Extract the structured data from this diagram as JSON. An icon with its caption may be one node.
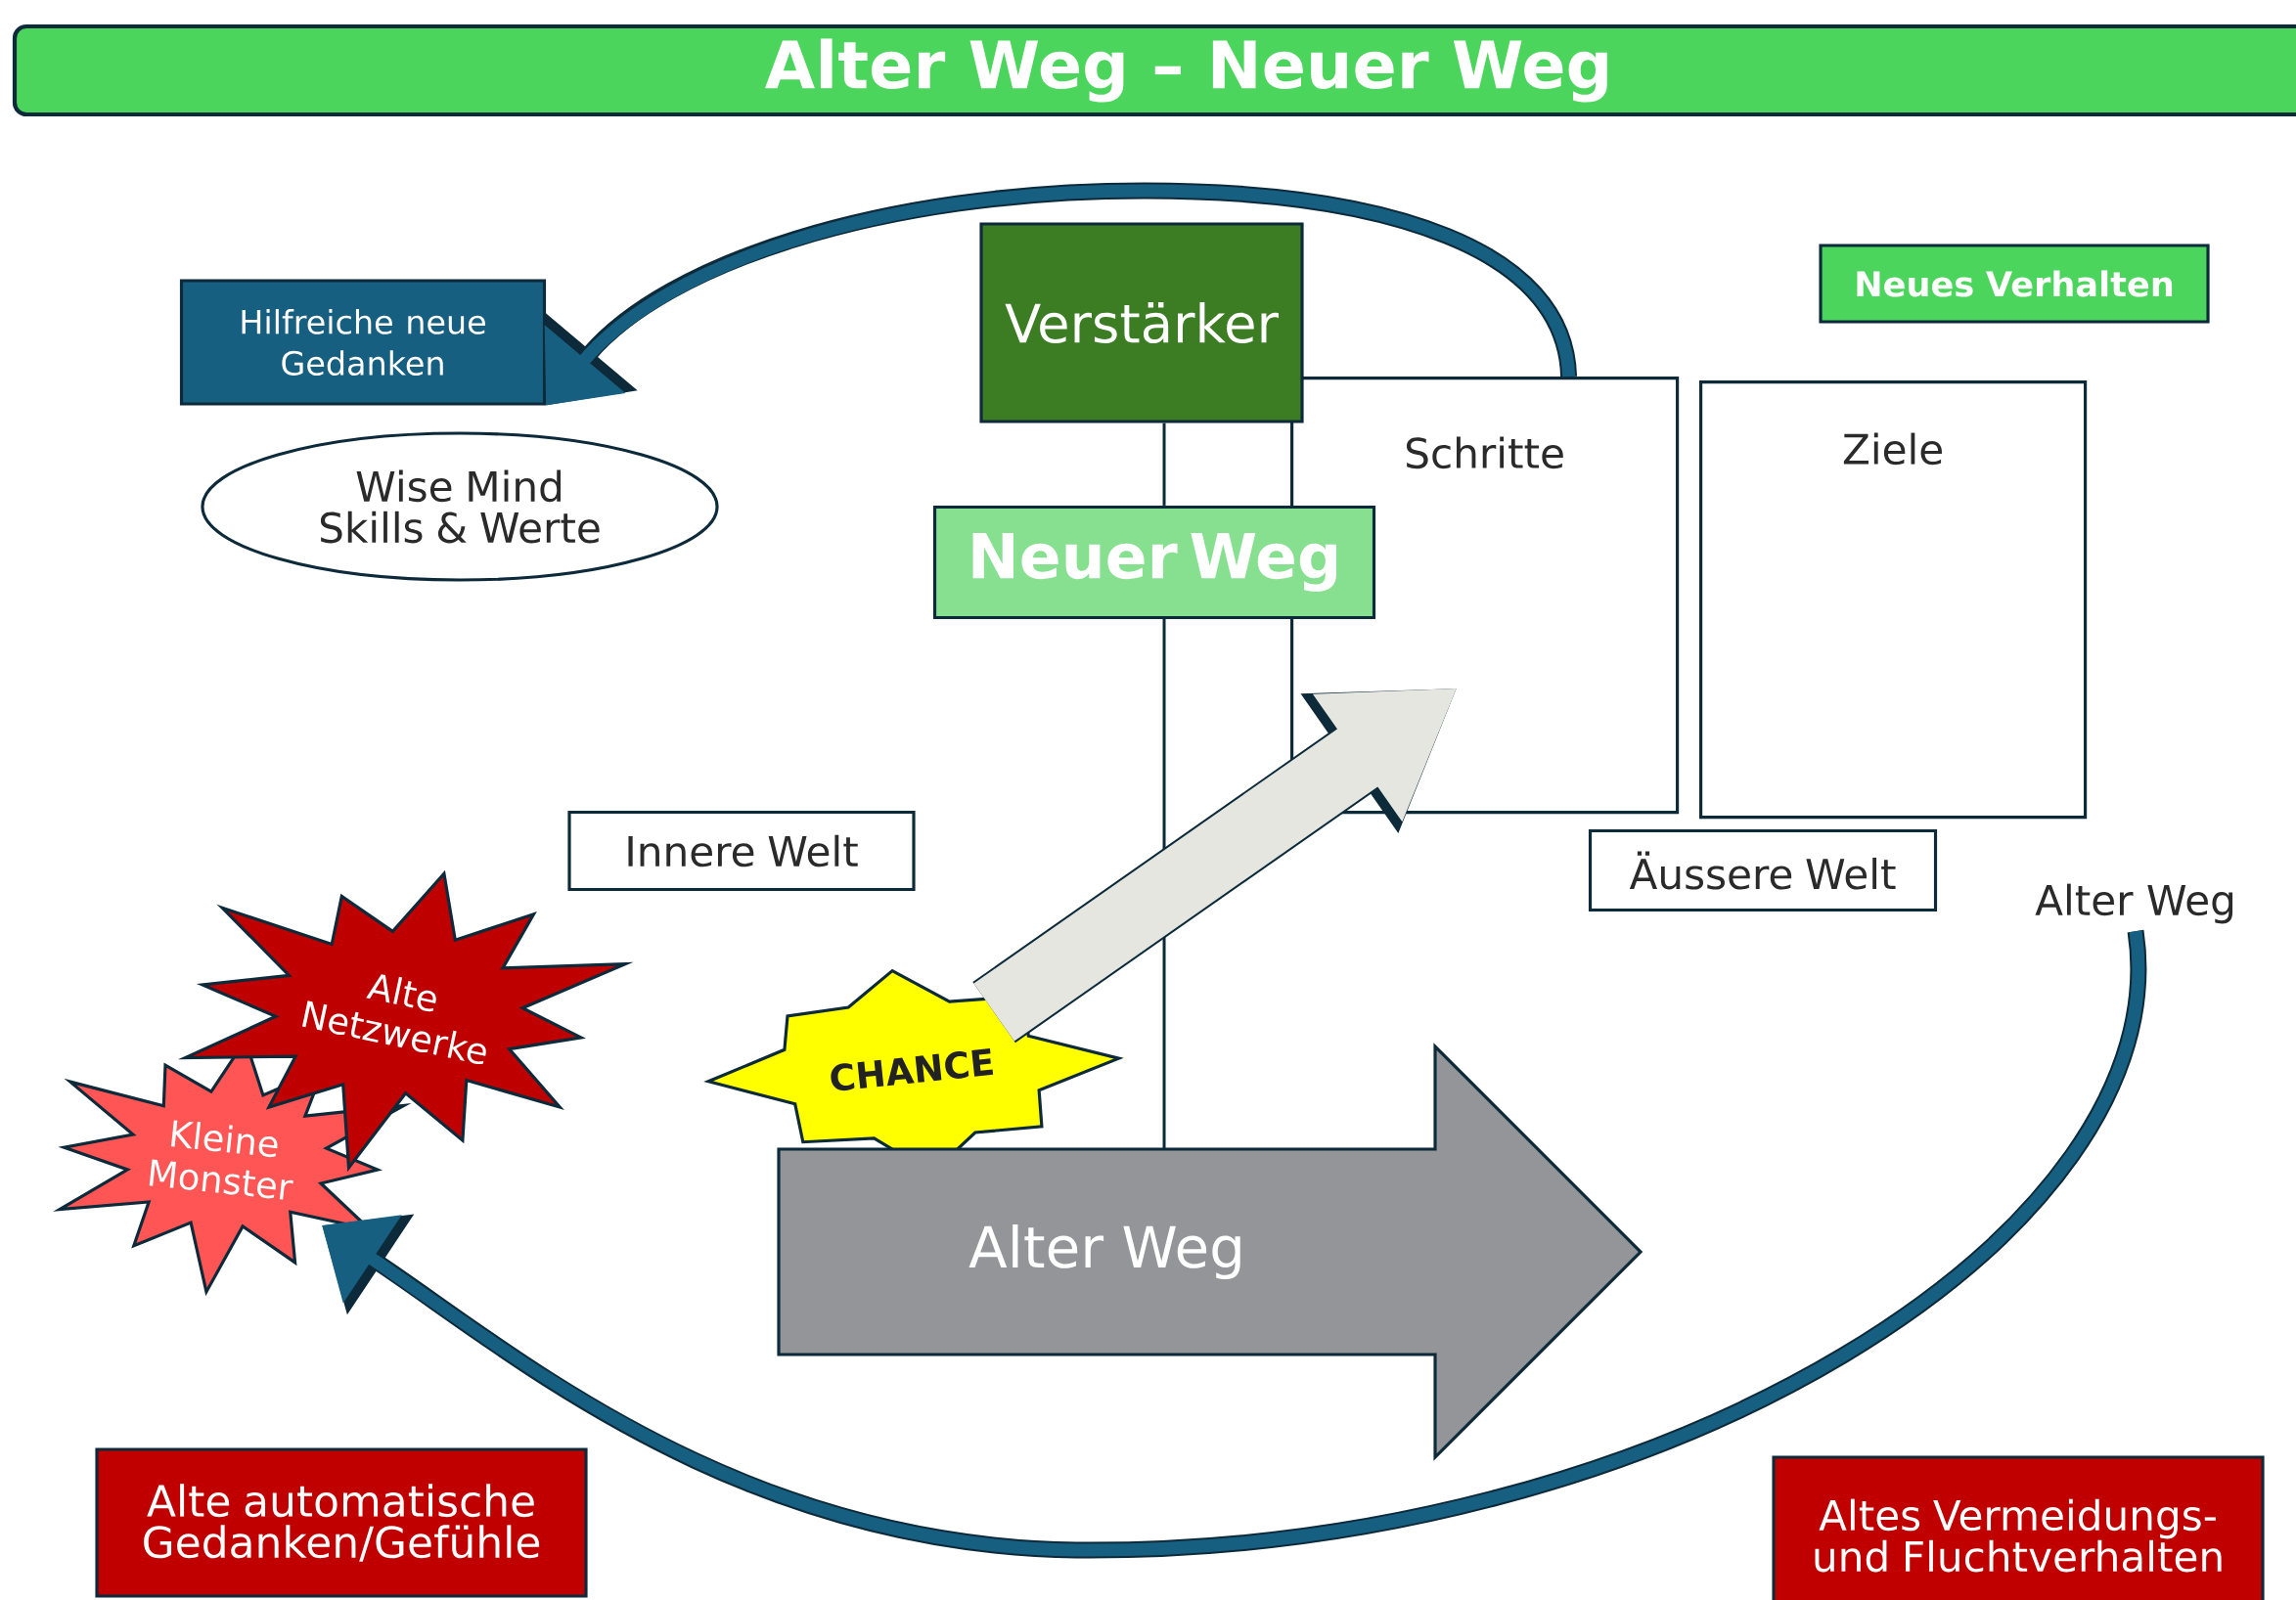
{
  "diagram": {
    "title": "Alter Weg – Neuer Weg",
    "nodes": [
      {
        "text": [
          "Hilfreiche neue Gedanken"
        ]
      },
      {
        "text": [
          "Wise Mind Skills & Werte"
        ]
      },
      {
        "text": [
          "Verstärker"
        ]
      },
      {
        "text": [
          "Neuer Weg"
        ]
      },
      {
        "text": [
          "Schritte"
        ]
      },
      {
        "text": [
          "Ziele"
        ]
      },
      {
        "text": [
          "Neues Verhalten"
        ]
      },
      {
        "text": [
          "Innere Welt"
        ]
      },
      {
        "text": [
          "Äussere Welt"
        ]
      },
      {
        "text": [
          "Alte Netzwerke"
        ]
      },
      {
        "text": [
          "Kleine Monster"
        ]
      },
      {
        "text": [
          "CHANCE"
        ]
      },
      {
        "text": [
          "Alter Weg"
        ]
      },
      {
        "text": [
          "Alter Weg"
        ]
      },
      {
        "text": [
          "Alte automatische Gedanken/Gefühle"
        ]
      },
      {
        "text": [
          "Altes Vermeidungs- und Fluchtverhalten"
        ]
      }
    ],
    "edges": [
      {
        "from": 2,
        "to": 3,
        "arrow": "none",
        "color": "#0d2a3a"
      },
      {
        "from": 4,
        "to": 0,
        "arrow": "to"
      },
      {
        "from": 11,
        "to": 4,
        "arrow": "to",
        "style": "thick",
        "color": "#e6e6e0"
      },
      {
        "from": 13,
        "to": 10,
        "arrow": "to"
      },
      {
        "from": 3,
        "to": 12,
        "arrow": "none",
        "color": "#0d2a3a"
      }
    ]
  }
}
